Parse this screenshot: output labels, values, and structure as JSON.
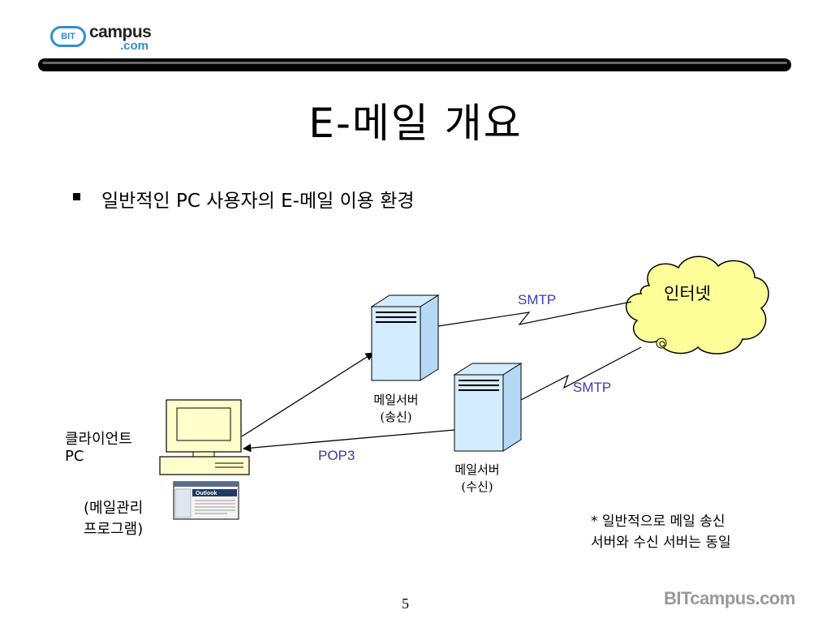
{
  "header": {
    "logo_bit": "BIT",
    "logo_campus": "campus",
    "logo_com": ".com"
  },
  "slide": {
    "title": "E-메일 개요",
    "bullet": "일반적인 PC 사용자의 E-메일 이용 환경"
  },
  "diagram": {
    "client_label_line1": "클라이언트",
    "client_label_line2": "PC",
    "program_label_line1": "(메일관리",
    "program_label_line2": "프로그램)",
    "send_server_line1": "메일서버",
    "send_server_line2": "(송신)",
    "recv_server_line1": "메일서버",
    "recv_server_line2": "(수신)",
    "internet_label": "인터넷",
    "smtp_top": "SMTP",
    "smtp_bottom": "SMTP",
    "pop3": "POP3",
    "note_line1": "* 일반적으로 메일 송신",
    "note_line2": "서버와 수신 서버는 동일",
    "screen_app_text": "Outlook"
  },
  "footer": {
    "page_number": "5",
    "brand": "BITcampus.com"
  },
  "colors": {
    "server_fill": "#d4ecff",
    "cloud_fill": "#ffff99",
    "monitor_fill": "#ffffcc",
    "protocol_text": "#3a3ab0"
  }
}
